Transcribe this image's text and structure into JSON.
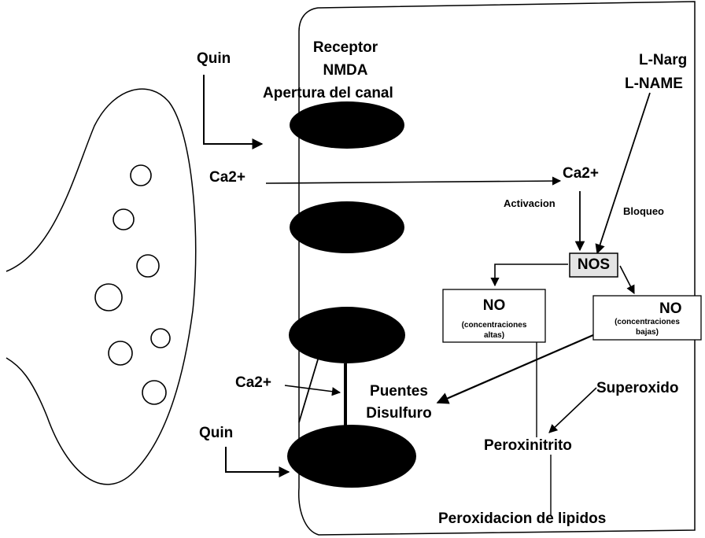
{
  "labels": {
    "quin_top": "Quin",
    "receptor_line1": "Receptor",
    "receptor_line2": "NMDA",
    "receptor_line3": "Apertura del canal",
    "ca_left": "Ca2+",
    "ca_right": "Ca2+",
    "lnarg": "L-Narg",
    "lname": "L-NAME",
    "activacion": "Activacion",
    "bloqueo": "Bloqueo",
    "nos": "NOS",
    "no_high": "NO",
    "no_high_sub1": "(concentraciones",
    "no_high_sub2": "altas)",
    "no_low": "NO",
    "no_low_sub1": "(concentraciones",
    "no_low_sub2": "bajas)",
    "ca_bottom": "Ca2+",
    "puentes_line1": "Puentes",
    "puentes_line2": "Disulfuro",
    "superoxido": "Superoxido",
    "quin_bottom": "Quin",
    "peroxinitrito": "Peroxinitrito",
    "peroxidacion": "Peroxidacion de lipidos"
  },
  "colors": {
    "ink": "#000000",
    "nos_fill": "#e4e4e4",
    "background": "#ffffff"
  }
}
